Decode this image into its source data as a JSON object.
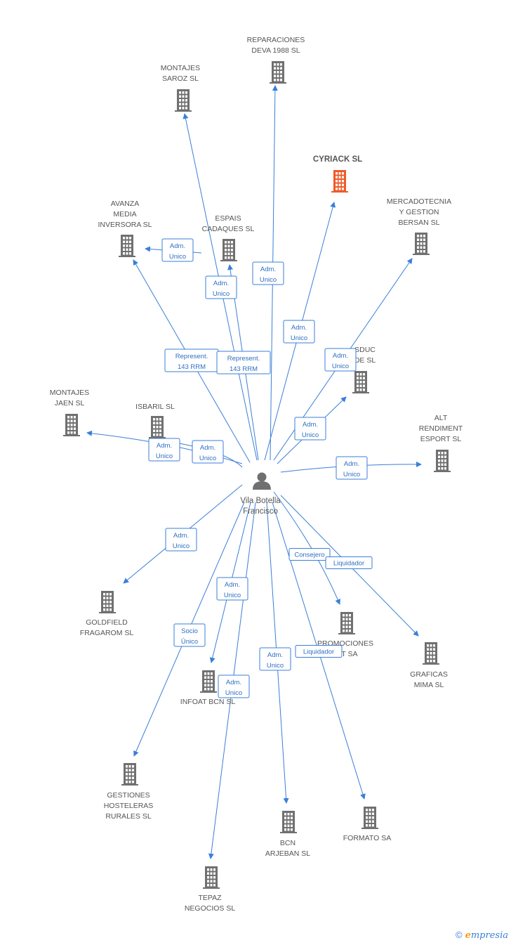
{
  "center": {
    "label_lines": [
      "Vila Botella",
      "Francisco"
    ],
    "icon": "person-icon"
  },
  "colors": {
    "edge": "#3a7fd8",
    "building": "#707070",
    "highlight": "#f05a28"
  },
  "nodes": [
    {
      "id": "reparaciones-deva",
      "lines": [
        "REPARACIONES",
        "DEVA 1988 SL"
      ],
      "icon": "building-icon"
    },
    {
      "id": "montajes-saroz",
      "lines": [
        "MONTAJES",
        "SAROZ SL"
      ],
      "icon": "building-icon"
    },
    {
      "id": "cyriack",
      "lines": [
        "CYRIACK SL"
      ],
      "icon": "building-icon",
      "highlight": true
    },
    {
      "id": "mercadotecnia",
      "lines": [
        "MERCADOTECNIA",
        "Y GESTION",
        "BERSAN SL"
      ],
      "icon": "building-icon"
    },
    {
      "id": "avanza-media",
      "lines": [
        "AVANZA",
        "MEDIA",
        "INVERSORA SL"
      ],
      "icon": "building-icon"
    },
    {
      "id": "espais-cadaques",
      "lines": [
        "ESPAIS",
        "CADAQUES SL"
      ],
      "icon": "building-icon"
    },
    {
      "id": "sduc",
      "lines": [
        "SDUC",
        "DE SL"
      ],
      "icon": "building-icon"
    },
    {
      "id": "montajes-jaen",
      "lines": [
        "MONTAJES",
        "JAEN SL"
      ],
      "icon": "building-icon"
    },
    {
      "id": "isbaril",
      "lines": [
        "ISBARIL SL"
      ],
      "icon": "building-icon"
    },
    {
      "id": "alt-rendiment",
      "lines": [
        "ALT",
        "RENDIMENT",
        "ESPORT SL"
      ],
      "icon": "building-icon"
    },
    {
      "id": "goldfield",
      "lines": [
        "GOLDFIELD",
        "FRAGAROM SL"
      ],
      "icon": "building-icon"
    },
    {
      "id": "promociones",
      "lines": [
        "PROMOCIONES",
        "TAT SA"
      ],
      "icon": "building-icon"
    },
    {
      "id": "graficas-mima",
      "lines": [
        "GRAFICAS",
        "MIMA SL"
      ],
      "icon": "building-icon"
    },
    {
      "id": "infoat-bcn",
      "lines": [
        "INFOAT BCN SL"
      ],
      "icon": "building-icon"
    },
    {
      "id": "gestiones-hosteleras",
      "lines": [
        "GESTIONES",
        "HOSTELERAS",
        "RURALES SL"
      ],
      "icon": "building-icon"
    },
    {
      "id": "bcn-arjeban",
      "lines": [
        "BCN",
        "ARJEBAN SL"
      ],
      "icon": "building-icon"
    },
    {
      "id": "formato",
      "lines": [
        "FORMATO SA"
      ],
      "icon": "building-icon"
    },
    {
      "id": "tepaz",
      "lines": [
        "TEPAZ",
        "NEGOCIOS SL"
      ],
      "icon": "building-icon"
    }
  ],
  "roles": [
    {
      "target": "avanza-media",
      "lines": [
        "Adm.",
        "Unico"
      ]
    },
    {
      "target": "espais-cadaques",
      "lines": [
        "Adm.",
        "Unico"
      ]
    },
    {
      "target": "reparaciones-deva",
      "lines": [
        "Adm.",
        "Unico"
      ]
    },
    {
      "target": "cyriack",
      "lines": [
        "Adm.",
        "Unico"
      ]
    },
    {
      "target": "montajes-saroz",
      "lines": [
        "Represent.",
        "143 RRM"
      ]
    },
    {
      "target": "espais-cadaques",
      "lines": [
        "Represent.",
        "143 RRM"
      ]
    },
    {
      "target": "mercadotecnia",
      "lines": [
        "Adm.",
        "Unico"
      ]
    },
    {
      "target": "sduc",
      "lines": [
        "Adm.",
        "Unico"
      ]
    },
    {
      "target": "montajes-jaen",
      "lines": [
        "Adm.",
        "Unico"
      ]
    },
    {
      "target": "isbaril",
      "lines": [
        "Adm.",
        "Unico"
      ]
    },
    {
      "target": "alt-rendiment",
      "lines": [
        "Adm.",
        "Unico"
      ]
    },
    {
      "target": "goldfield",
      "lines": [
        "Adm.",
        "Unico"
      ]
    },
    {
      "target": "promociones",
      "lines": [
        "Consejero"
      ]
    },
    {
      "target": "graficas-mima",
      "lines": [
        "Liquidador"
      ]
    },
    {
      "target": "infoat-bcn",
      "lines": [
        "Adm.",
        "Unico"
      ]
    },
    {
      "target": "gestiones-hosteleras",
      "lines": [
        "Socio",
        "Único"
      ]
    },
    {
      "target": "tepaz",
      "lines": [
        "Adm.",
        "Unico"
      ]
    },
    {
      "target": "bcn-arjeban",
      "lines": [
        "Adm.",
        "Unico"
      ]
    },
    {
      "target": "formato",
      "lines": [
        "Liquidador"
      ]
    }
  ],
  "footer": {
    "copyright": "©",
    "brand_initial": "e",
    "brand_rest": "mpresia"
  }
}
